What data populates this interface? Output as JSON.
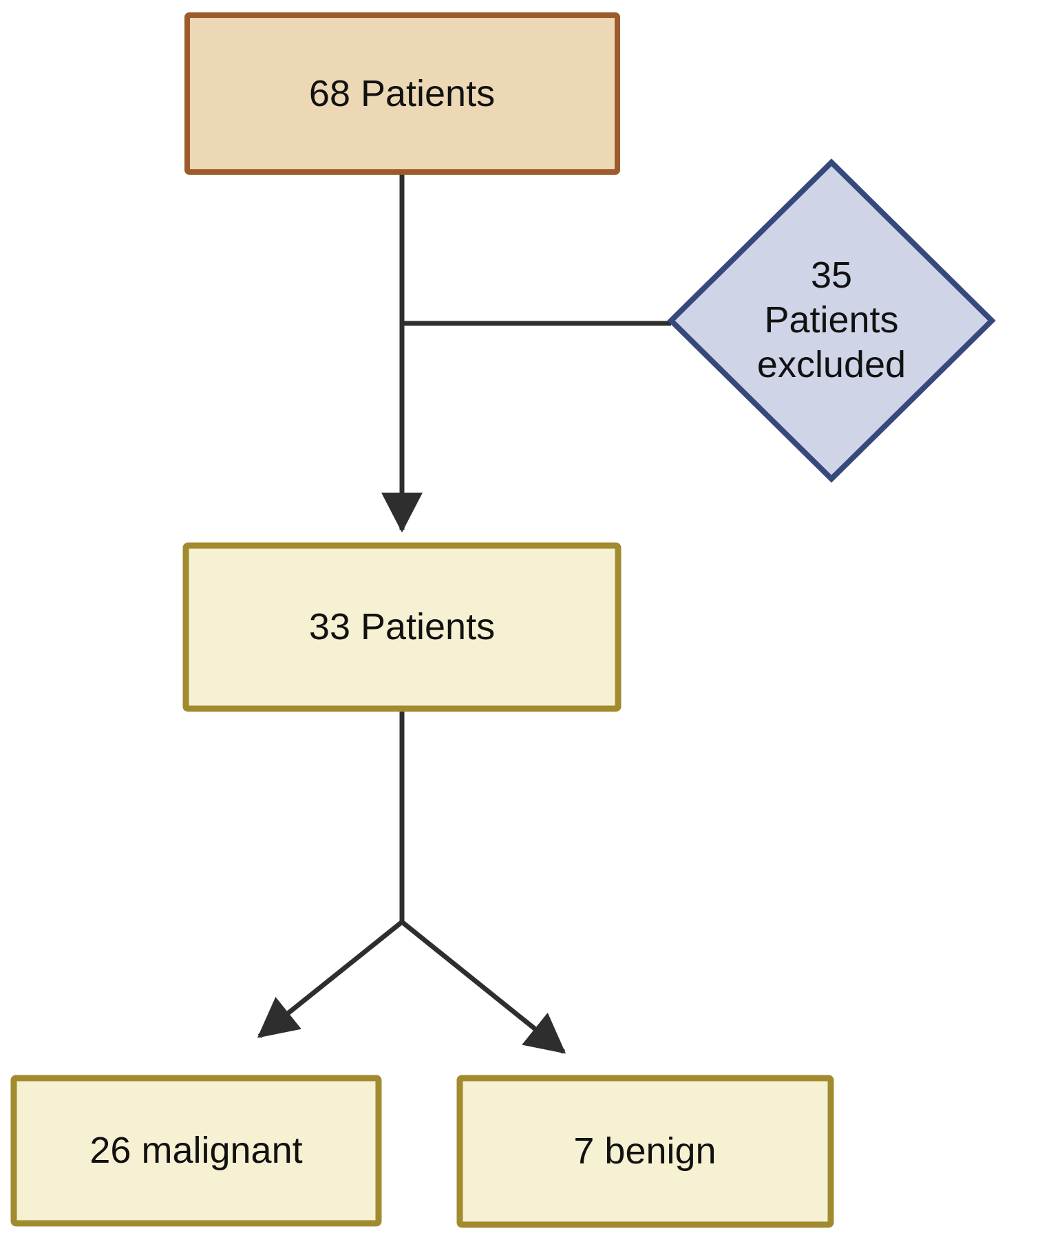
{
  "diagram": {
    "type": "flowchart",
    "background": "#ffffff",
    "line_color": "#2e2e2e",
    "text_color": "#111111",
    "nodes": {
      "total": {
        "label": "68 Patients",
        "shape": "rectangle",
        "fill": "#ecd8b4",
        "border": "#9d5a2b"
      },
      "excluded": {
        "label": "35 Patients excluded",
        "label_lines": [
          "35",
          "Patients",
          "excluded"
        ],
        "shape": "diamond",
        "fill": "#cfd5e7",
        "border": "#36497c"
      },
      "included": {
        "label": "33 Patients",
        "shape": "rectangle",
        "fill": "#f6f1d3",
        "border": "#a28b2e"
      },
      "malignant": {
        "label": "26 malignant",
        "shape": "rectangle",
        "fill": "#f6f1d3",
        "border": "#a28b2e"
      },
      "benign": {
        "label": "7 benign",
        "shape": "rectangle",
        "fill": "#f6f1d3",
        "border": "#a28b2e"
      }
    },
    "edges": [
      {
        "from": "total",
        "to": "included",
        "arrow": true
      },
      {
        "from": "total",
        "to": "excluded",
        "arrow": false
      },
      {
        "from": "included",
        "to": "malignant",
        "arrow": true
      },
      {
        "from": "included",
        "to": "benign",
        "arrow": true
      }
    ]
  }
}
